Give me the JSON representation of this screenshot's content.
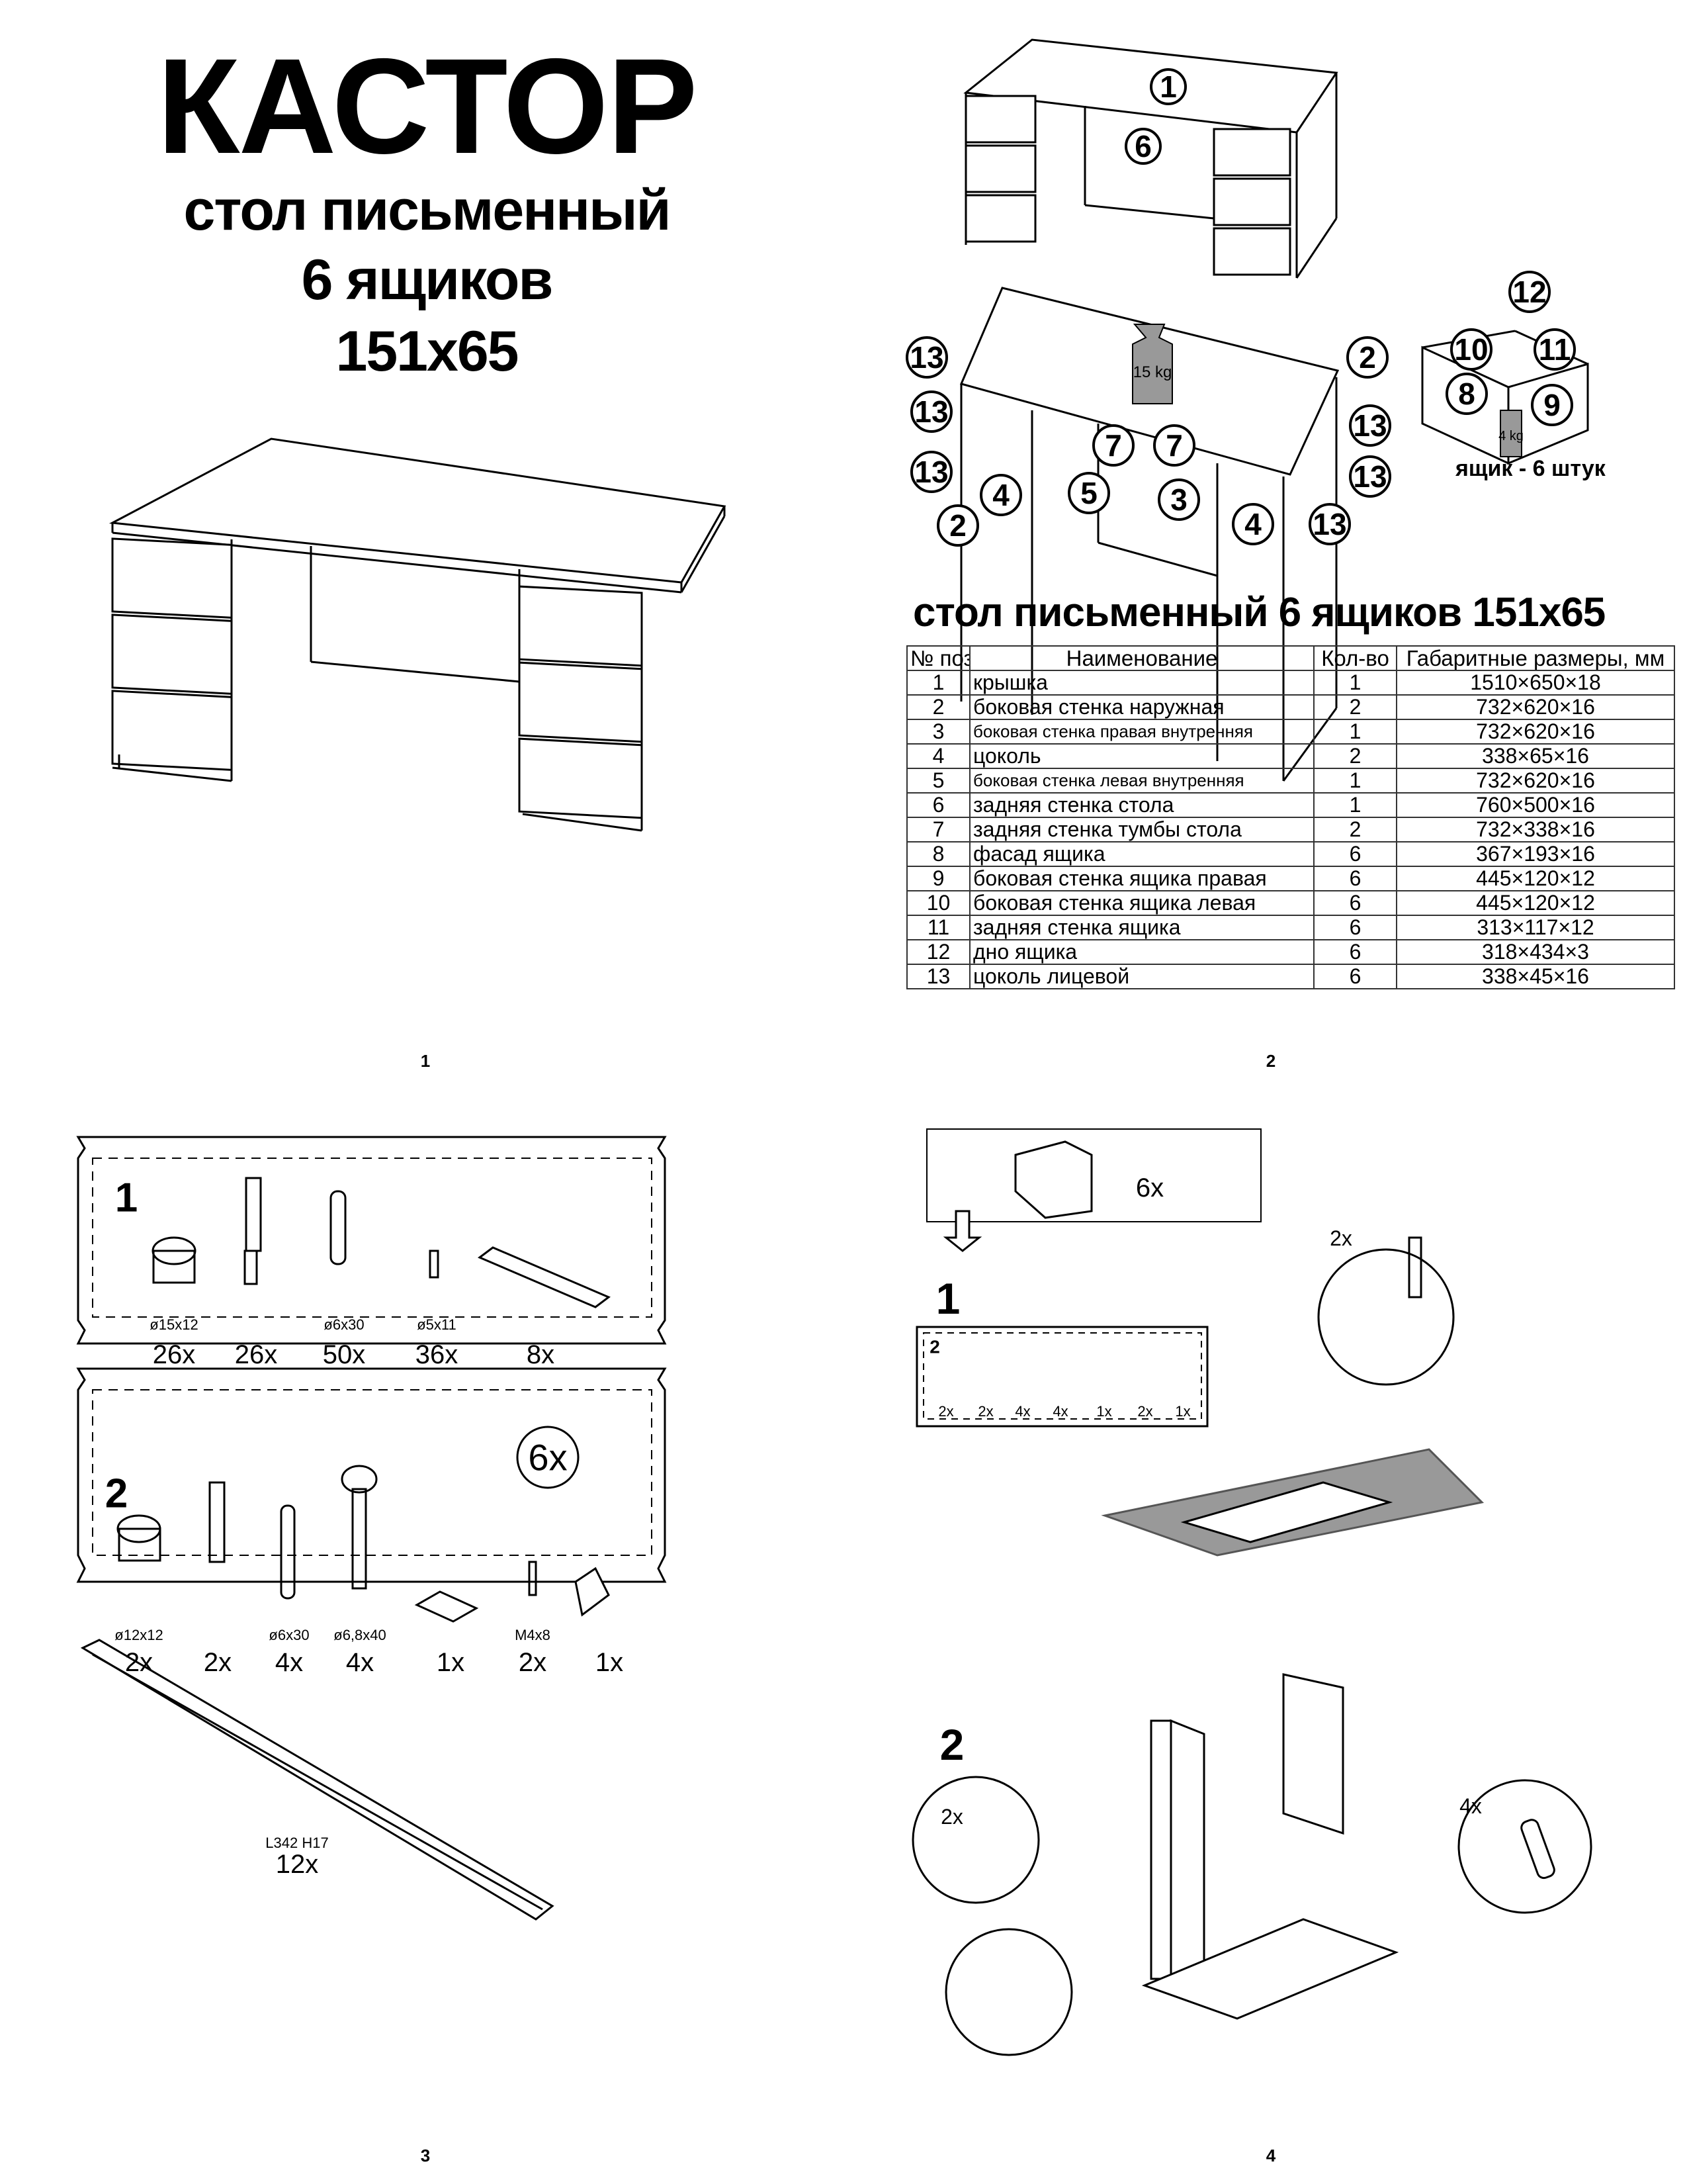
{
  "page1": {
    "title": "КАСТОР",
    "subtitle": "стол письменный",
    "drawers": "6 ящиков",
    "size": "151x65",
    "page_number": "1"
  },
  "page2": {
    "callouts_assembled": [
      "1",
      "6"
    ],
    "callouts_exploded": [
      "13",
      "13",
      "13",
      "2",
      "4",
      "5",
      "7",
      "7",
      "3",
      "4",
      "13",
      "13",
      "13",
      "2"
    ],
    "table_weight": "15 kg",
    "drawer_callouts": [
      "12",
      "10",
      "11",
      "8",
      "9"
    ],
    "drawer_weight": "4 kg",
    "drawer_caption": "ящик - 6 штук",
    "table_title": "стол письменный 6 ящиков 151x65",
    "columns": [
      "№ поз.",
      "Наименование",
      "Кол-во",
      "Габаритные размеры, мм"
    ],
    "rows": [
      {
        "pos": "1",
        "name": "крышка",
        "qty": "1",
        "dims": "1510×650×18"
      },
      {
        "pos": "2",
        "name": "боковая стенка наружная",
        "qty": "2",
        "dims": "732×620×16"
      },
      {
        "pos": "3",
        "name": "боковая стенка правая внутренняя",
        "qty": "1",
        "dims": "732×620×16"
      },
      {
        "pos": "4",
        "name": "цоколь",
        "qty": "2",
        "dims": "338×65×16"
      },
      {
        "pos": "5",
        "name": "боковая стенка левая внутренняя",
        "qty": "1",
        "dims": "732×620×16"
      },
      {
        "pos": "6",
        "name": "задняя стенка стола",
        "qty": "1",
        "dims": "760×500×16"
      },
      {
        "pos": "7",
        "name": "задняя стенка тумбы стола",
        "qty": "2",
        "dims": "732×338×16"
      },
      {
        "pos": "8",
        "name": "фасад ящика",
        "qty": "6",
        "dims": "367×193×16"
      },
      {
        "pos": "9",
        "name": "боковая стенка ящика правая",
        "qty": "6",
        "dims": "445×120×12"
      },
      {
        "pos": "10",
        "name": "боковая стенка ящика левая",
        "qty": "6",
        "dims": "445×120×12"
      },
      {
        "pos": "11",
        "name": "задняя стенка ящика",
        "qty": "6",
        "dims": "313×117×12"
      },
      {
        "pos": "12",
        "name": "дно ящика",
        "qty": "6",
        "dims": "318×434×3"
      },
      {
        "pos": "13",
        "name": "цоколь лицевой",
        "qty": "6",
        "dims": "338×45×16"
      }
    ],
    "page_number": "2"
  },
  "page3": {
    "bag1": {
      "label": "1",
      "items": [
        {
          "spec": "ø15x12",
          "count": "26x"
        },
        {
          "spec": "",
          "count": "26x"
        },
        {
          "spec": "ø6x30",
          "count": "50x"
        },
        {
          "spec": "ø5x11",
          "count": "36x"
        },
        {
          "spec": "",
          "count": "8x"
        }
      ]
    },
    "bag2": {
      "label": "2",
      "multiplier": "6x",
      "items": [
        {
          "spec": "ø12x12",
          "count": "2x"
        },
        {
          "spec": "",
          "count": "2x"
        },
        {
          "spec": "ø6x30",
          "count": "4x"
        },
        {
          "spec": "ø6,8x40",
          "count": "4x"
        },
        {
          "spec": "",
          "count": "1x"
        },
        {
          "spec": "M4x8",
          "count": "2x"
        },
        {
          "spec": "",
          "count": "1x"
        }
      ]
    },
    "rail": {
      "spec": "L342 H17",
      "count": "12x"
    },
    "page_number": "3"
  },
  "page4": {
    "drawer_count": "6x",
    "step1": "1",
    "bag_label": "2",
    "bag_counts": [
      "2x",
      "2x",
      "4x",
      "4x",
      "1x",
      "2x",
      "1x"
    ],
    "step1_detail_count": "2x",
    "step2": "2",
    "step2_cam_count": "2x",
    "step2_dowel_count": "4x",
    "page_number": "4"
  }
}
